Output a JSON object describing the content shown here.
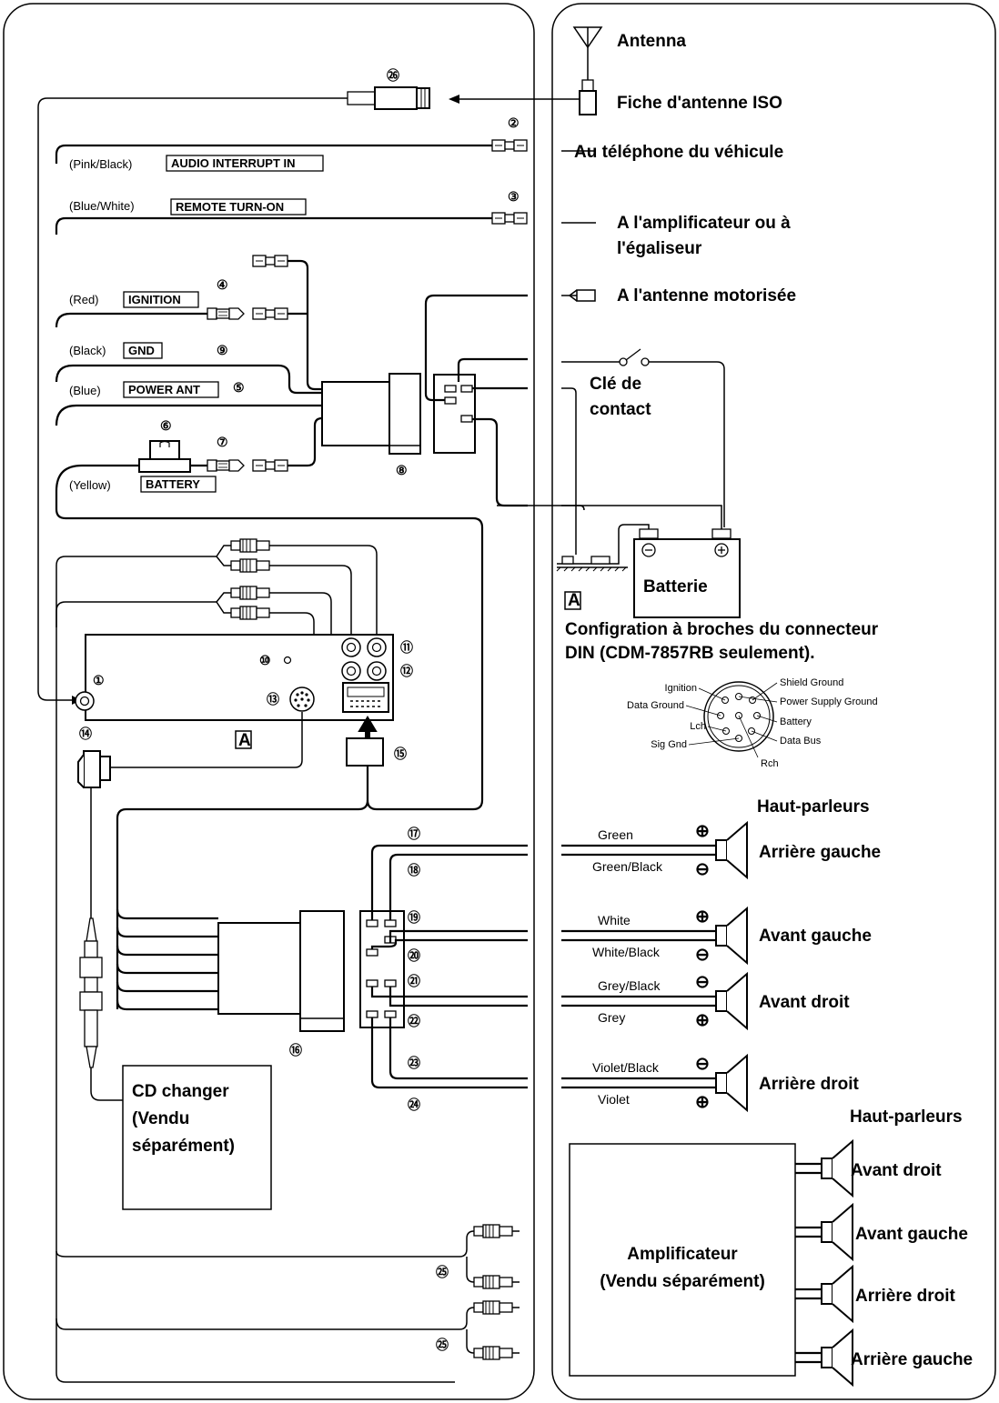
{
  "right_labels": {
    "antenna": "Antenna",
    "iso_plug": "Fiche d'antenne ISO",
    "phone": "Au téléphone du véhicule",
    "amp_eq_1": "A l'amplificateur ou à",
    "amp_eq_2": "l'égaliseur",
    "power_antenna": "A l'antenne motorisée",
    "ignition_key_1": "Clé de",
    "ignition_key_2": "contact",
    "battery": "Batterie",
    "din_marker": "A",
    "din_title_1": "Configration à broches du connecteur",
    "din_title_2": "DIN (CDM-7857RB seulement)."
  },
  "din_pins": {
    "ignition": "Ignition",
    "data_ground": "Data Ground",
    "lch": "Lch",
    "sig_gnd": "Sig Gnd",
    "shield_ground": "Shield Ground",
    "power_supply_ground": "Power Supply Ground",
    "battery": "Battery",
    "data_bus": "Data Bus",
    "rch": "Rch"
  },
  "wires": {
    "pink_black": "(Pink/Black)",
    "audio_interrupt": "AUDIO INTERRUPT IN",
    "blue_white": "(Blue/White)",
    "remote_turn_on": "REMOTE TURN-ON",
    "red": "(Red)",
    "ignition": "IGNITION",
    "black": "(Black)",
    "gnd": "GND",
    "blue": "(Blue)",
    "power_ant": "POWER ANT",
    "yellow": "(Yellow)",
    "battery": "BATTERY"
  },
  "numbers": {
    "n1": "①",
    "n2": "②",
    "n3": "③",
    "n4": "④",
    "n5": "⑤",
    "n6": "⑥",
    "n7": "⑦",
    "n8": "⑧",
    "n9": "⑨",
    "n10": "⑩",
    "n11": "⑪",
    "n12": "⑫",
    "n13": "⑬",
    "n14": "⑭",
    "n15": "⑮",
    "n16": "⑯",
    "n17": "⑰",
    "n18": "⑱",
    "n19": "⑲",
    "n20": "⑳",
    "n21": "㉑",
    "n22": "㉒",
    "n23": "㉓",
    "n24": "㉔",
    "n25a": "㉕",
    "n25b": "㉕",
    "n26": "㉖"
  },
  "unit_marker": "A",
  "cd_changer": {
    "line1": "CD changer",
    "line2": "(Vendu",
    "line3": "séparément)"
  },
  "speakers": {
    "heading": "Haut-parleurs",
    "plus": "⊕",
    "minus": "⊖",
    "rear_left": {
      "name": "Arrière gauche",
      "wire_pos": "Green",
      "wire_neg": "Green/Black"
    },
    "front_left": {
      "name": "Avant gauche",
      "wire_pos": "White",
      "wire_neg": "White/Black"
    },
    "front_right": {
      "name": "Avant droit",
      "wire_neg": "Grey/Black",
      "wire_pos": "Grey"
    },
    "rear_right": {
      "name": "Arrière droit",
      "wire_neg": "Violet/Black",
      "wire_pos": "Violet"
    }
  },
  "amplifier": {
    "heading": "Haut-parleurs",
    "line1": "Amplificateur",
    "line2": "(Vendu séparément)",
    "outputs": [
      "Avant droit",
      "Avant gauche",
      "Arrière droit",
      "Arrière gauche"
    ]
  }
}
